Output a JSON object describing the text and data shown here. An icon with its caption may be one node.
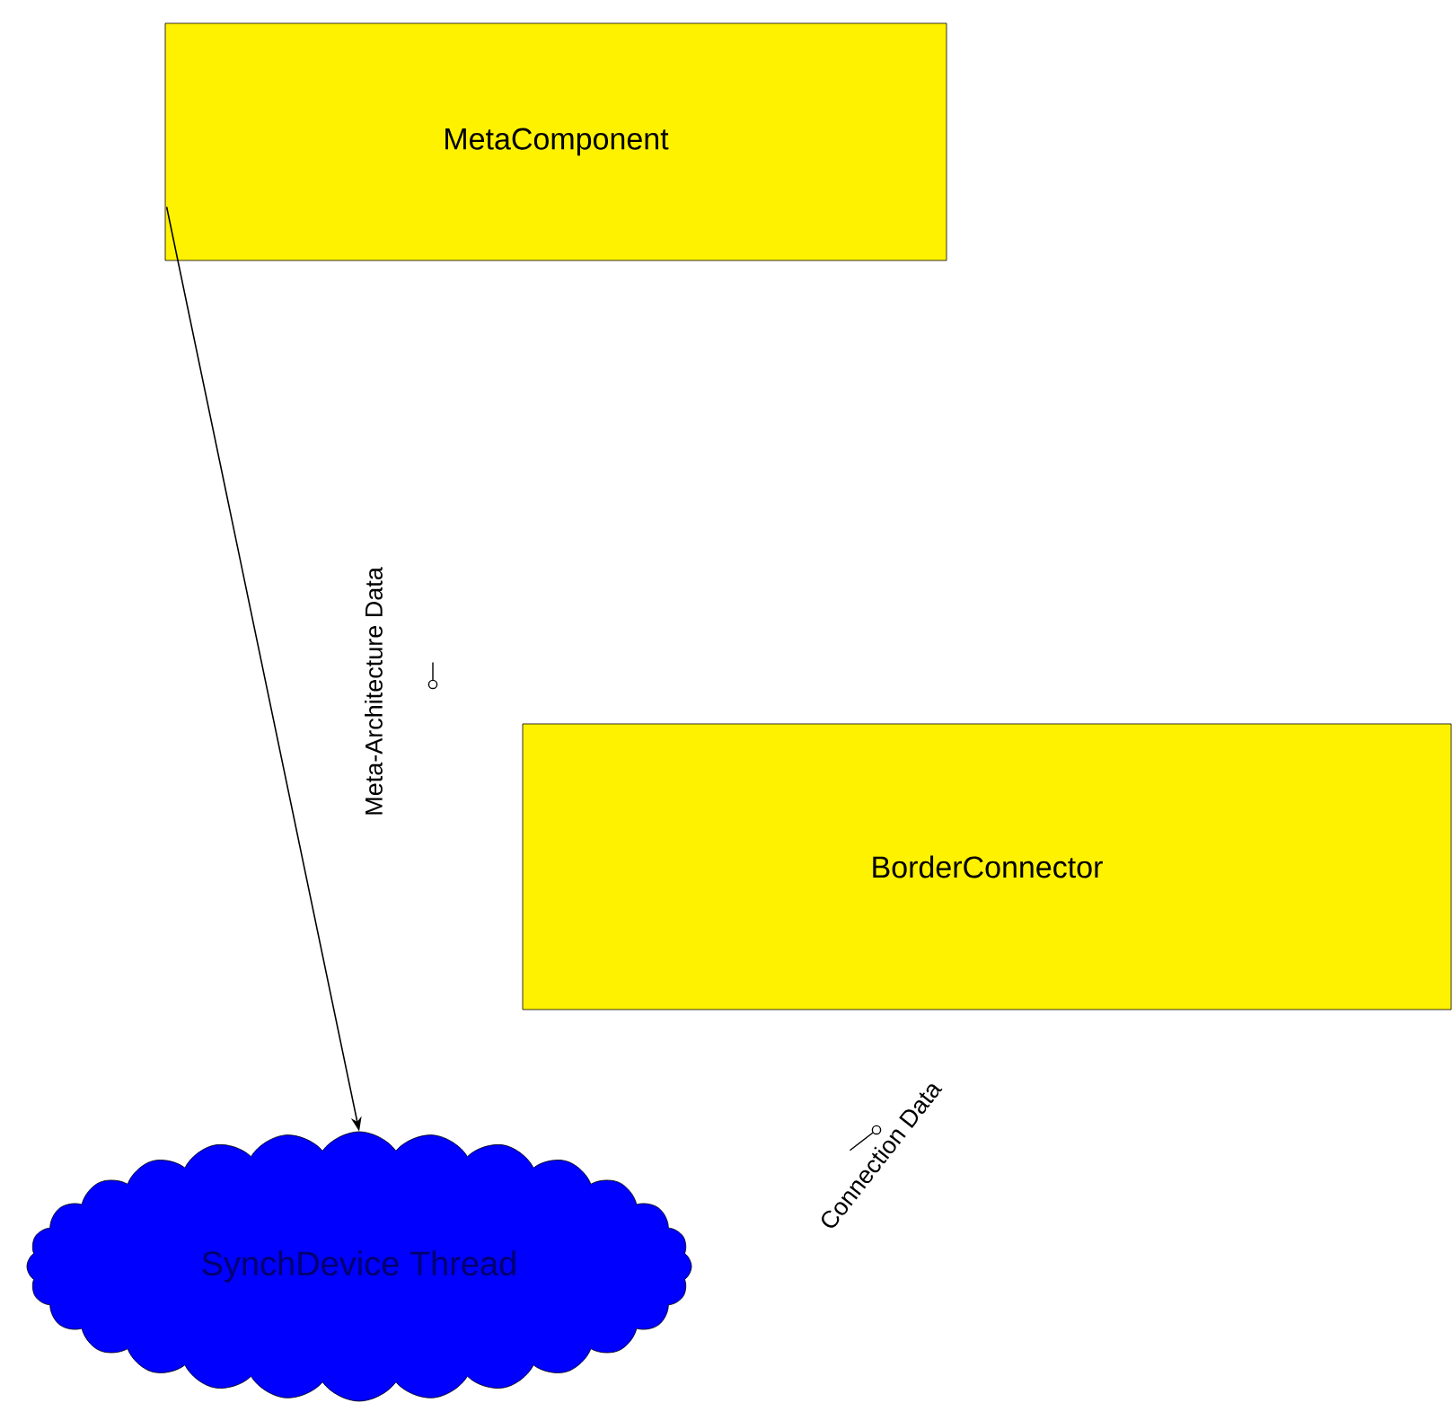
{
  "diagram": {
    "nodes": [
      {
        "text": [
          "MetaComponent"
        ]
      },
      {
        "text": [
          "BorderConnector"
        ]
      },
      {
        "text": [
          "SynchDevice Thread"
        ]
      }
    ],
    "edges": [
      {
        "from": 0,
        "to": 2,
        "arrow": "to"
      }
    ],
    "labels": [
      "Meta-Architecture Data",
      "Connection Data"
    ]
  }
}
